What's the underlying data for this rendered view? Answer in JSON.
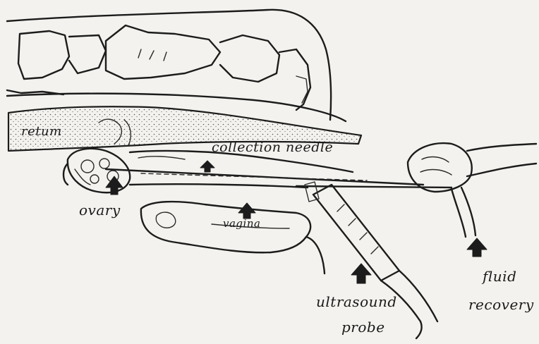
{
  "labels": {
    "rectum": "retum",
    "needle": "collection needle",
    "ovary": "ovary",
    "vagina": "vagina",
    "probe_line1": "ultrasound",
    "probe_line2": "probe",
    "fluid_line1": "fluid",
    "fluid_line2": "recovery"
  },
  "colors": {
    "ink": "#1c1c1c",
    "paper": "#f3f2ee"
  },
  "icons": {
    "arrow": "solid-up-arrow"
  }
}
